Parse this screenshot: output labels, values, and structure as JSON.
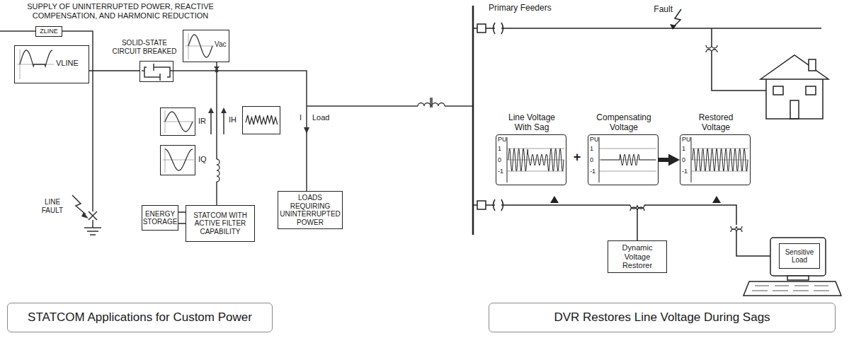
{
  "diagram": {
    "nodes": [
      {
        "text": [
          "ZLINE"
        ]
      },
      {
        "text": [
          "VLINE"
        ]
      },
      {
        "text": [
          "SOLID-STATE CIRCUIT BREAKED"
        ]
      },
      {
        "text": [
          "Vac"
        ]
      },
      {
        "text": [
          "IR"
        ]
      },
      {
        "text": [
          "IH"
        ]
      },
      {
        "text": [
          "IQ"
        ]
      },
      {
        "text": [
          "LOADS REQUIRING UNINTERRUPTED POWER"
        ]
      },
      {
        "text": [
          "ENERGY STORAGE"
        ]
      },
      {
        "text": [
          "STATCOM WITH ACTIVE FILTER CAPABILITY"
        ]
      },
      {
        "text": [
          "STATCOM Applications for Custom Power"
        ]
      },
      {
        "text": [
          "Line Voltage With Sag",
          "PU",
          "1",
          "0",
          "-1"
        ]
      },
      {
        "text": [
          "Compensating Voltage",
          "PU",
          "1",
          "0",
          "-1"
        ]
      },
      {
        "text": [
          "Restored Voltage",
          "PU",
          "1",
          "0",
          "-1"
        ]
      },
      {
        "text": [
          "Dynamic Voltage Restorer"
        ]
      },
      {
        "text": [
          "Sensitive Load"
        ]
      },
      {
        "text": [
          "DVR Restores Line Voltage During Sags"
        ]
      }
    ],
    "edges": [
      {
        "from": 1,
        "to": 2,
        "arrow": "none"
      },
      {
        "from": 8,
        "to": 9,
        "arrow": "none"
      },
      {
        "from": 8,
        "to": 9,
        "arrow": "none"
      },
      {
        "from": 12,
        "to": 13,
        "arrow": "to"
      }
    ],
    "labels": [
      "SUPPLY OF UNINTERRUPTED POWER, REACTIVE COMPENSATION, AND HARMONIC REDUCTION",
      "LINE FAULT",
      "I",
      "Load",
      "Primary Feeders",
      "Fault",
      "+"
    ]
  }
}
